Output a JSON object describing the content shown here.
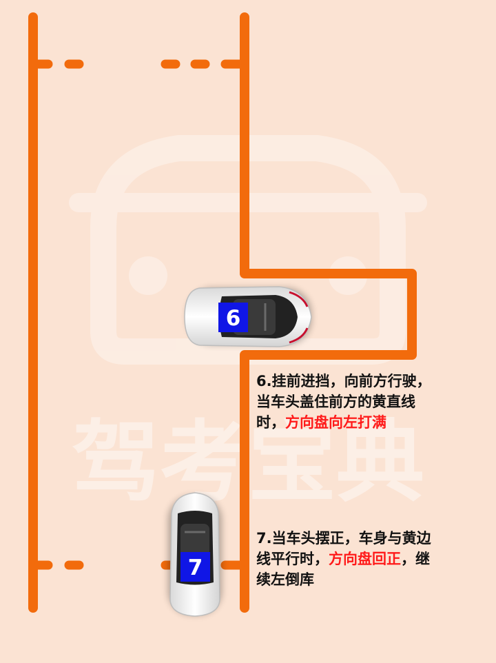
{
  "colors": {
    "background": "#fbe3d3",
    "lane_line": "#f26b0c",
    "badge": "#1016e6",
    "highlight": "#ff1a1a",
    "watermark": "#ffffff"
  },
  "watermark": {
    "text": "驾考宝典"
  },
  "steps": [
    {
      "badge": "6",
      "line1": "6.挂前进挡，向前方行驶，",
      "line2": "当车头盖住前方的黄直线",
      "line3_prefix": "时，",
      "line3_highlight": "方向盘向左打满"
    },
    {
      "badge": "7",
      "line1": "7.当车头摆正，车身与黄边",
      "line2_prefix": "线平行时，",
      "line2_highlight": "方向盘回正",
      "line2_suffix": "，继",
      "line3": "续左倒库"
    }
  ]
}
